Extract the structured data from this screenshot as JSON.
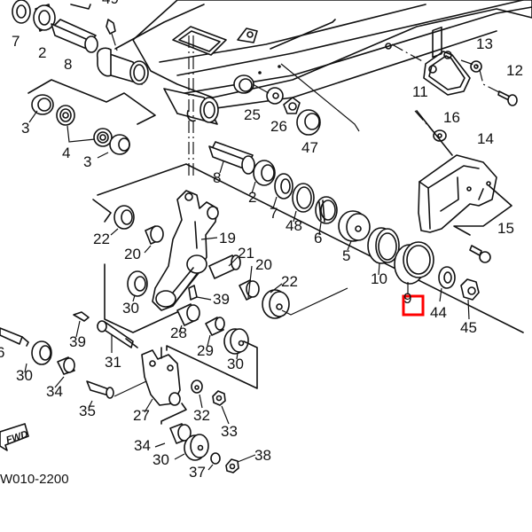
{
  "diagram": {
    "type": "exploded-parts-diagram",
    "subject": "rear swingarm and suspension linkage",
    "drawing_code": "W010-2200",
    "direction_badge": "FWD",
    "highlight_color": "#ff0000",
    "highlighted_part": "9",
    "callouts": [
      {
        "id": "c7a",
        "text": "7"
      },
      {
        "id": "c2a",
        "text": "2"
      },
      {
        "id": "c8a",
        "text": "8"
      },
      {
        "id": "c49",
        "text": "49"
      },
      {
        "id": "c3a",
        "text": "3"
      },
      {
        "id": "c4",
        "text": "4"
      },
      {
        "id": "c3b",
        "text": "3"
      },
      {
        "id": "c25",
        "text": "25"
      },
      {
        "id": "c26",
        "text": "26"
      },
      {
        "id": "c47",
        "text": "47"
      },
      {
        "id": "c13",
        "text": "13"
      },
      {
        "id": "c12",
        "text": "12"
      },
      {
        "id": "c11",
        "text": "11"
      },
      {
        "id": "c16",
        "text": "16"
      },
      {
        "id": "c14",
        "text": "14"
      },
      {
        "id": "c8b",
        "text": "8"
      },
      {
        "id": "c2b",
        "text": "2"
      },
      {
        "id": "c7b",
        "text": "7"
      },
      {
        "id": "c48",
        "text": "48"
      },
      {
        "id": "c6a",
        "text": "6"
      },
      {
        "id": "c5",
        "text": "5"
      },
      {
        "id": "c10",
        "text": "10"
      },
      {
        "id": "c9",
        "text": "9"
      },
      {
        "id": "c44",
        "text": "44"
      },
      {
        "id": "c45",
        "text": "45"
      },
      {
        "id": "c15",
        "text": "15"
      },
      {
        "id": "c22a",
        "text": "22"
      },
      {
        "id": "c20a",
        "text": "20"
      },
      {
        "id": "c19",
        "text": "19"
      },
      {
        "id": "c21",
        "text": "21"
      },
      {
        "id": "c20b",
        "text": "20"
      },
      {
        "id": "c22b",
        "text": "22"
      },
      {
        "id": "c30a",
        "text": "30"
      },
      {
        "id": "c39a",
        "text": "39"
      },
      {
        "id": "c28",
        "text": "28"
      },
      {
        "id": "c29",
        "text": "29"
      },
      {
        "id": "c30b",
        "text": "30"
      },
      {
        "id": "c39b",
        "text": "39"
      },
      {
        "id": "c31",
        "text": "31"
      },
      {
        "id": "c6b",
        "text": "6"
      },
      {
        "id": "c30c",
        "text": "30"
      },
      {
        "id": "c34a",
        "text": "34"
      },
      {
        "id": "c35",
        "text": "35"
      },
      {
        "id": "c27",
        "text": "27"
      },
      {
        "id": "c32",
        "text": "32"
      },
      {
        "id": "c33",
        "text": "33"
      },
      {
        "id": "c34b",
        "text": "34"
      },
      {
        "id": "c30d",
        "text": "30"
      },
      {
        "id": "c37",
        "text": "37"
      },
      {
        "id": "c38",
        "text": "38"
      }
    ]
  }
}
